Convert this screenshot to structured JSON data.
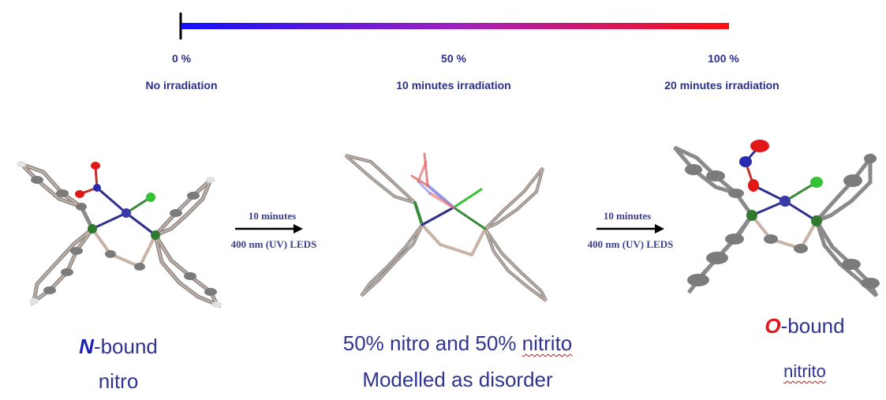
{
  "scale": {
    "ticks": [
      {
        "percent": "0 %",
        "time": "No irradiation"
      },
      {
        "percent": "50 %",
        "time": "10 minutes irradiation"
      },
      {
        "percent": "100 %",
        "time": "20 minutes irradiation"
      }
    ],
    "colors": {
      "start": "#1010ff",
      "mid": "#a020c0",
      "end": "#ff1010"
    }
  },
  "arrows": [
    {
      "line1": "10 minutes",
      "line2": "400 nm (UV) LEDS"
    },
    {
      "line1": "10 minutes",
      "line2": "400 nm (UV) LEDS"
    }
  ],
  "structures": {
    "left": {
      "atom_letter": "N",
      "title_rest": "-bound",
      "subtitle": "nitro"
    },
    "middle": {
      "title": "50% nitro and 50% ",
      "title_spell": "nitrito",
      "subtitle": "Modelled as disorder"
    },
    "right": {
      "atom_letter": "O",
      "title_rest": "-bound",
      "subtitle": "nitrito"
    }
  },
  "atom_colors": {
    "carbon": "#7b7b7b",
    "hydrogen": "#d8d8d8",
    "phosphorus": "#2f7a2f",
    "chlorine": "#35c235",
    "nitrogen": "#2a2ab0",
    "oxygen": "#e01818",
    "metal": "#3a3aa6"
  }
}
